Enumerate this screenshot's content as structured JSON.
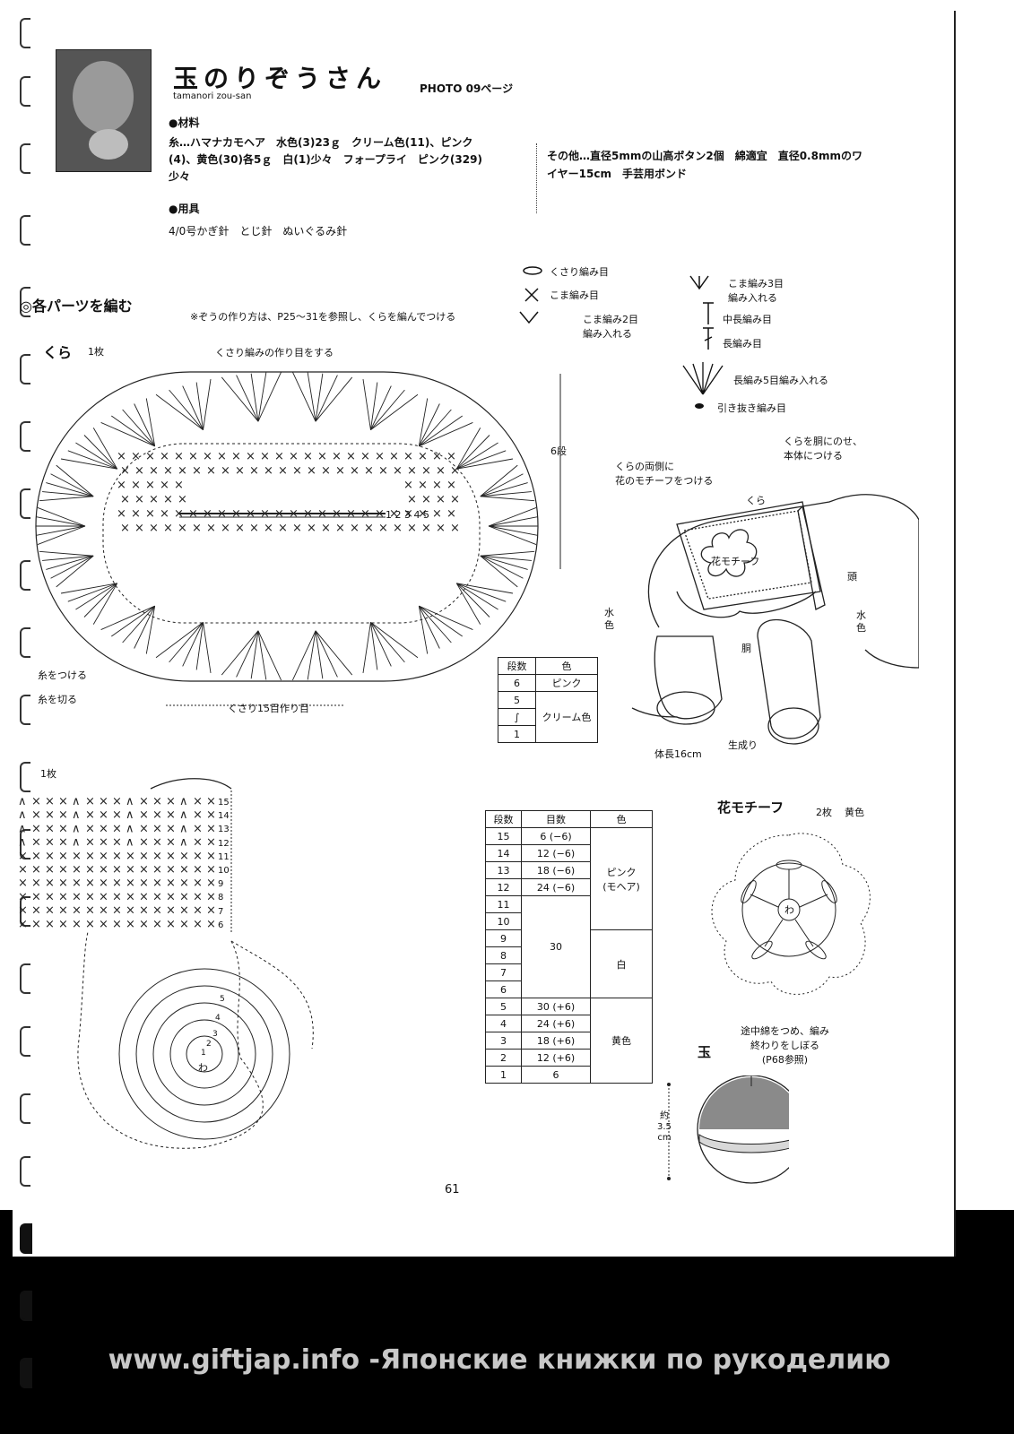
{
  "header": {
    "title": "玉のりぞうさん",
    "title_romaji": "tamanori  zou-san",
    "photo_ref": "PHOTO 09ページ"
  },
  "materials": {
    "heading": "●材料",
    "line1": "糸…ハマナカモヘア　水色(3)23ｇ　クリーム色(11)、ピンク",
    "line2": "(4)、黄色(30)各5ｇ　白(1)少々　フォープライ　ピンク(329)",
    "line3": "少々",
    "other1": "その他…直径5mmの山高ボタン2個　綿適宜　直径0.8mmのワ",
    "other2": "イヤー15cm　手芸用ボンド"
  },
  "tools": {
    "heading": "●用具",
    "line": "4/0号かぎ針　とじ針　ぬいぐるみ針"
  },
  "parts": {
    "heading": "◎各パーツを編む",
    "note": "※ぞうの作り方は、P25～31を参照し、くらを編んでつける"
  },
  "legend": [
    {
      "symbol": "chain",
      "label": "くさり編み目"
    },
    {
      "symbol": "sc",
      "label": "こま編み目"
    },
    {
      "symbol": "inc2",
      "label": "こま編み2目\n編み入れる"
    },
    {
      "symbol": "inc3",
      "label": "こま編み3目\n編み入れる"
    },
    {
      "symbol": "hdc",
      "label": "中長編み目"
    },
    {
      "symbol": "dc",
      "label": "長編み目"
    },
    {
      "symbol": "shell5",
      "label": "長編み5目編み入れる"
    },
    {
      "symbol": "slst",
      "label": "引き抜き編み目"
    }
  ],
  "kura": {
    "title": "くら",
    "count": "1枚",
    "chain_start": "くさり編みの作り目をする",
    "rows_label": "6段",
    "chain15": "くさり15目作り目",
    "attach": "糸をつける",
    "cut": "糸を切る",
    "row_marks": [
      "1",
      "2",
      "3",
      "4",
      "5"
    ],
    "color_table": {
      "headers": [
        "段数",
        "色"
      ],
      "rows": [
        [
          "6",
          "ピンク"
        ],
        [
          "5",
          ""
        ],
        [
          "∫",
          "クリーム色"
        ],
        [
          "1",
          ""
        ]
      ]
    }
  },
  "elephant": {
    "note1": "くらの両側に\n花のモチーフをつける",
    "note2": "くらを胴にのせ、\n本体につける",
    "kura": "くら",
    "flower": "花モチーフ",
    "head": "頭",
    "mizu1": "水\n色",
    "mizu2": "水\n色",
    "body": "胴",
    "length": "体長16cm",
    "finish": "生成り"
  },
  "ball": {
    "count": "1枚",
    "row_numbers": [
      "15",
      "14",
      "13",
      "12",
      "11",
      "10",
      "9",
      "8",
      "7",
      "6"
    ],
    "circle_numbers": [
      "1",
      "2",
      "3",
      "4",
      "5"
    ],
    "wa": "わ",
    "table": {
      "headers": [
        "段数",
        "目数",
        "色"
      ],
      "rows": [
        [
          "15",
          "6 (−6)"
        ],
        [
          "14",
          "12 (−6)"
        ],
        [
          "13",
          "18 (−6)"
        ],
        [
          "12",
          "24 (−6)"
        ],
        [
          "11",
          ""
        ],
        [
          "10",
          ""
        ],
        [
          "9",
          ""
        ],
        [
          "8",
          ""
        ],
        [
          "7",
          ""
        ],
        [
          "6",
          ""
        ],
        [
          "5",
          "30 (+6)"
        ],
        [
          "4",
          "24 (+6)"
        ],
        [
          "3",
          "18 (+6)"
        ],
        [
          "2",
          "12 (+6)"
        ],
        [
          "1",
          "6"
        ]
      ],
      "mid_count": "30",
      "color_pink": "ピンク\n(モヘア)",
      "color_white": "白",
      "color_yellow": "黄色"
    }
  },
  "flower": {
    "title": "花モチーフ",
    "count": "2枚",
    "color": "黄色",
    "wa": "わ"
  },
  "tama": {
    "title": "玉",
    "note": "途中綿をつめ、編み\n終わりをしぼる\n(P68参照)",
    "size": "約\n3.5\ncm"
  },
  "page_number": "61",
  "footer": "www.giftjap.info -Японские книжки по рукоделию"
}
